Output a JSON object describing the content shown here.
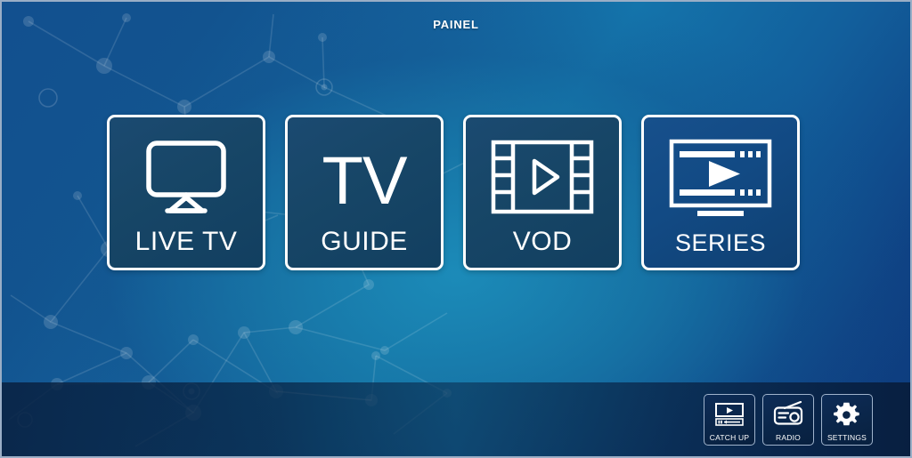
{
  "header": {
    "title": "PAINEL"
  },
  "main": {
    "tiles": [
      {
        "label": "LIVE TV",
        "icon": "television-icon"
      },
      {
        "label": "GUIDE",
        "icon": "tv-text-icon",
        "glyph": "TV"
      },
      {
        "label": "VOD",
        "icon": "film-strip-play-icon"
      },
      {
        "label": "SERIES",
        "icon": "monitor-play-icon"
      }
    ]
  },
  "bottom_bar": {
    "actions": [
      {
        "label": "CATCH UP",
        "icon": "catch-up-icon"
      },
      {
        "label": "RADIO",
        "icon": "radio-icon"
      },
      {
        "label": "SETTINGS",
        "icon": "gear-icon"
      }
    ]
  },
  "colors": {
    "background_deep_navy": "#0e3b7c",
    "background_teal": "#1a7fad",
    "tile_fill": "#174667",
    "tile_fill_series": "#124a84",
    "tile_border": "#ffffff",
    "bottom_bar": "#0a2548",
    "text": "#ffffff",
    "action_border": "#9fb3cc"
  }
}
